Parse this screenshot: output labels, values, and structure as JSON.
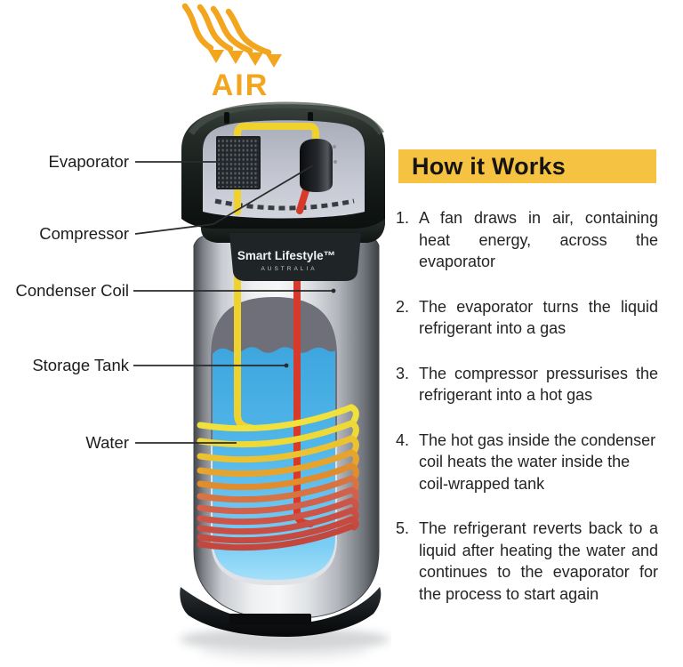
{
  "air": {
    "label": "AIR"
  },
  "labels": {
    "evaporator": "Evaporator",
    "compressor": "Compressor",
    "condenser_coil": "Condenser Coil",
    "storage_tank": "Storage Tank",
    "water": "Water"
  },
  "brand": {
    "name": "Smart Lifestyle™",
    "country": "AUSTRALIA"
  },
  "how_it_works": {
    "title": "How it Works",
    "steps": [
      {
        "n": "1.",
        "text": "A fan draws in air, containing heat energy, across the evaporator"
      },
      {
        "n": "2.",
        "text": "The evaporator turns the liquid refrigerant into a gas"
      },
      {
        "n": "3.",
        "text": "The compressor pressurises the refrigerant into a hot gas"
      },
      {
        "n": "4.",
        "text": "The hot gas inside the condenser coil heats the water inside the coil-wrapped tank"
      },
      {
        "n": "5.",
        "text": "The refrigerant reverts back to a liquid after heating the water and continues to the evaporator for the process to start again"
      }
    ]
  },
  "colors": {
    "accent_orange": "#F2A51D",
    "highlight_yellow": "#F5C242",
    "coil_yellow": "#F0E13C",
    "coil_orange": "#E18C2D",
    "coil_red": "#C94E43",
    "water_blue": "#45AEE4",
    "pipe_yellow": "#F0D22E",
    "pipe_red": "#D63A2A"
  }
}
